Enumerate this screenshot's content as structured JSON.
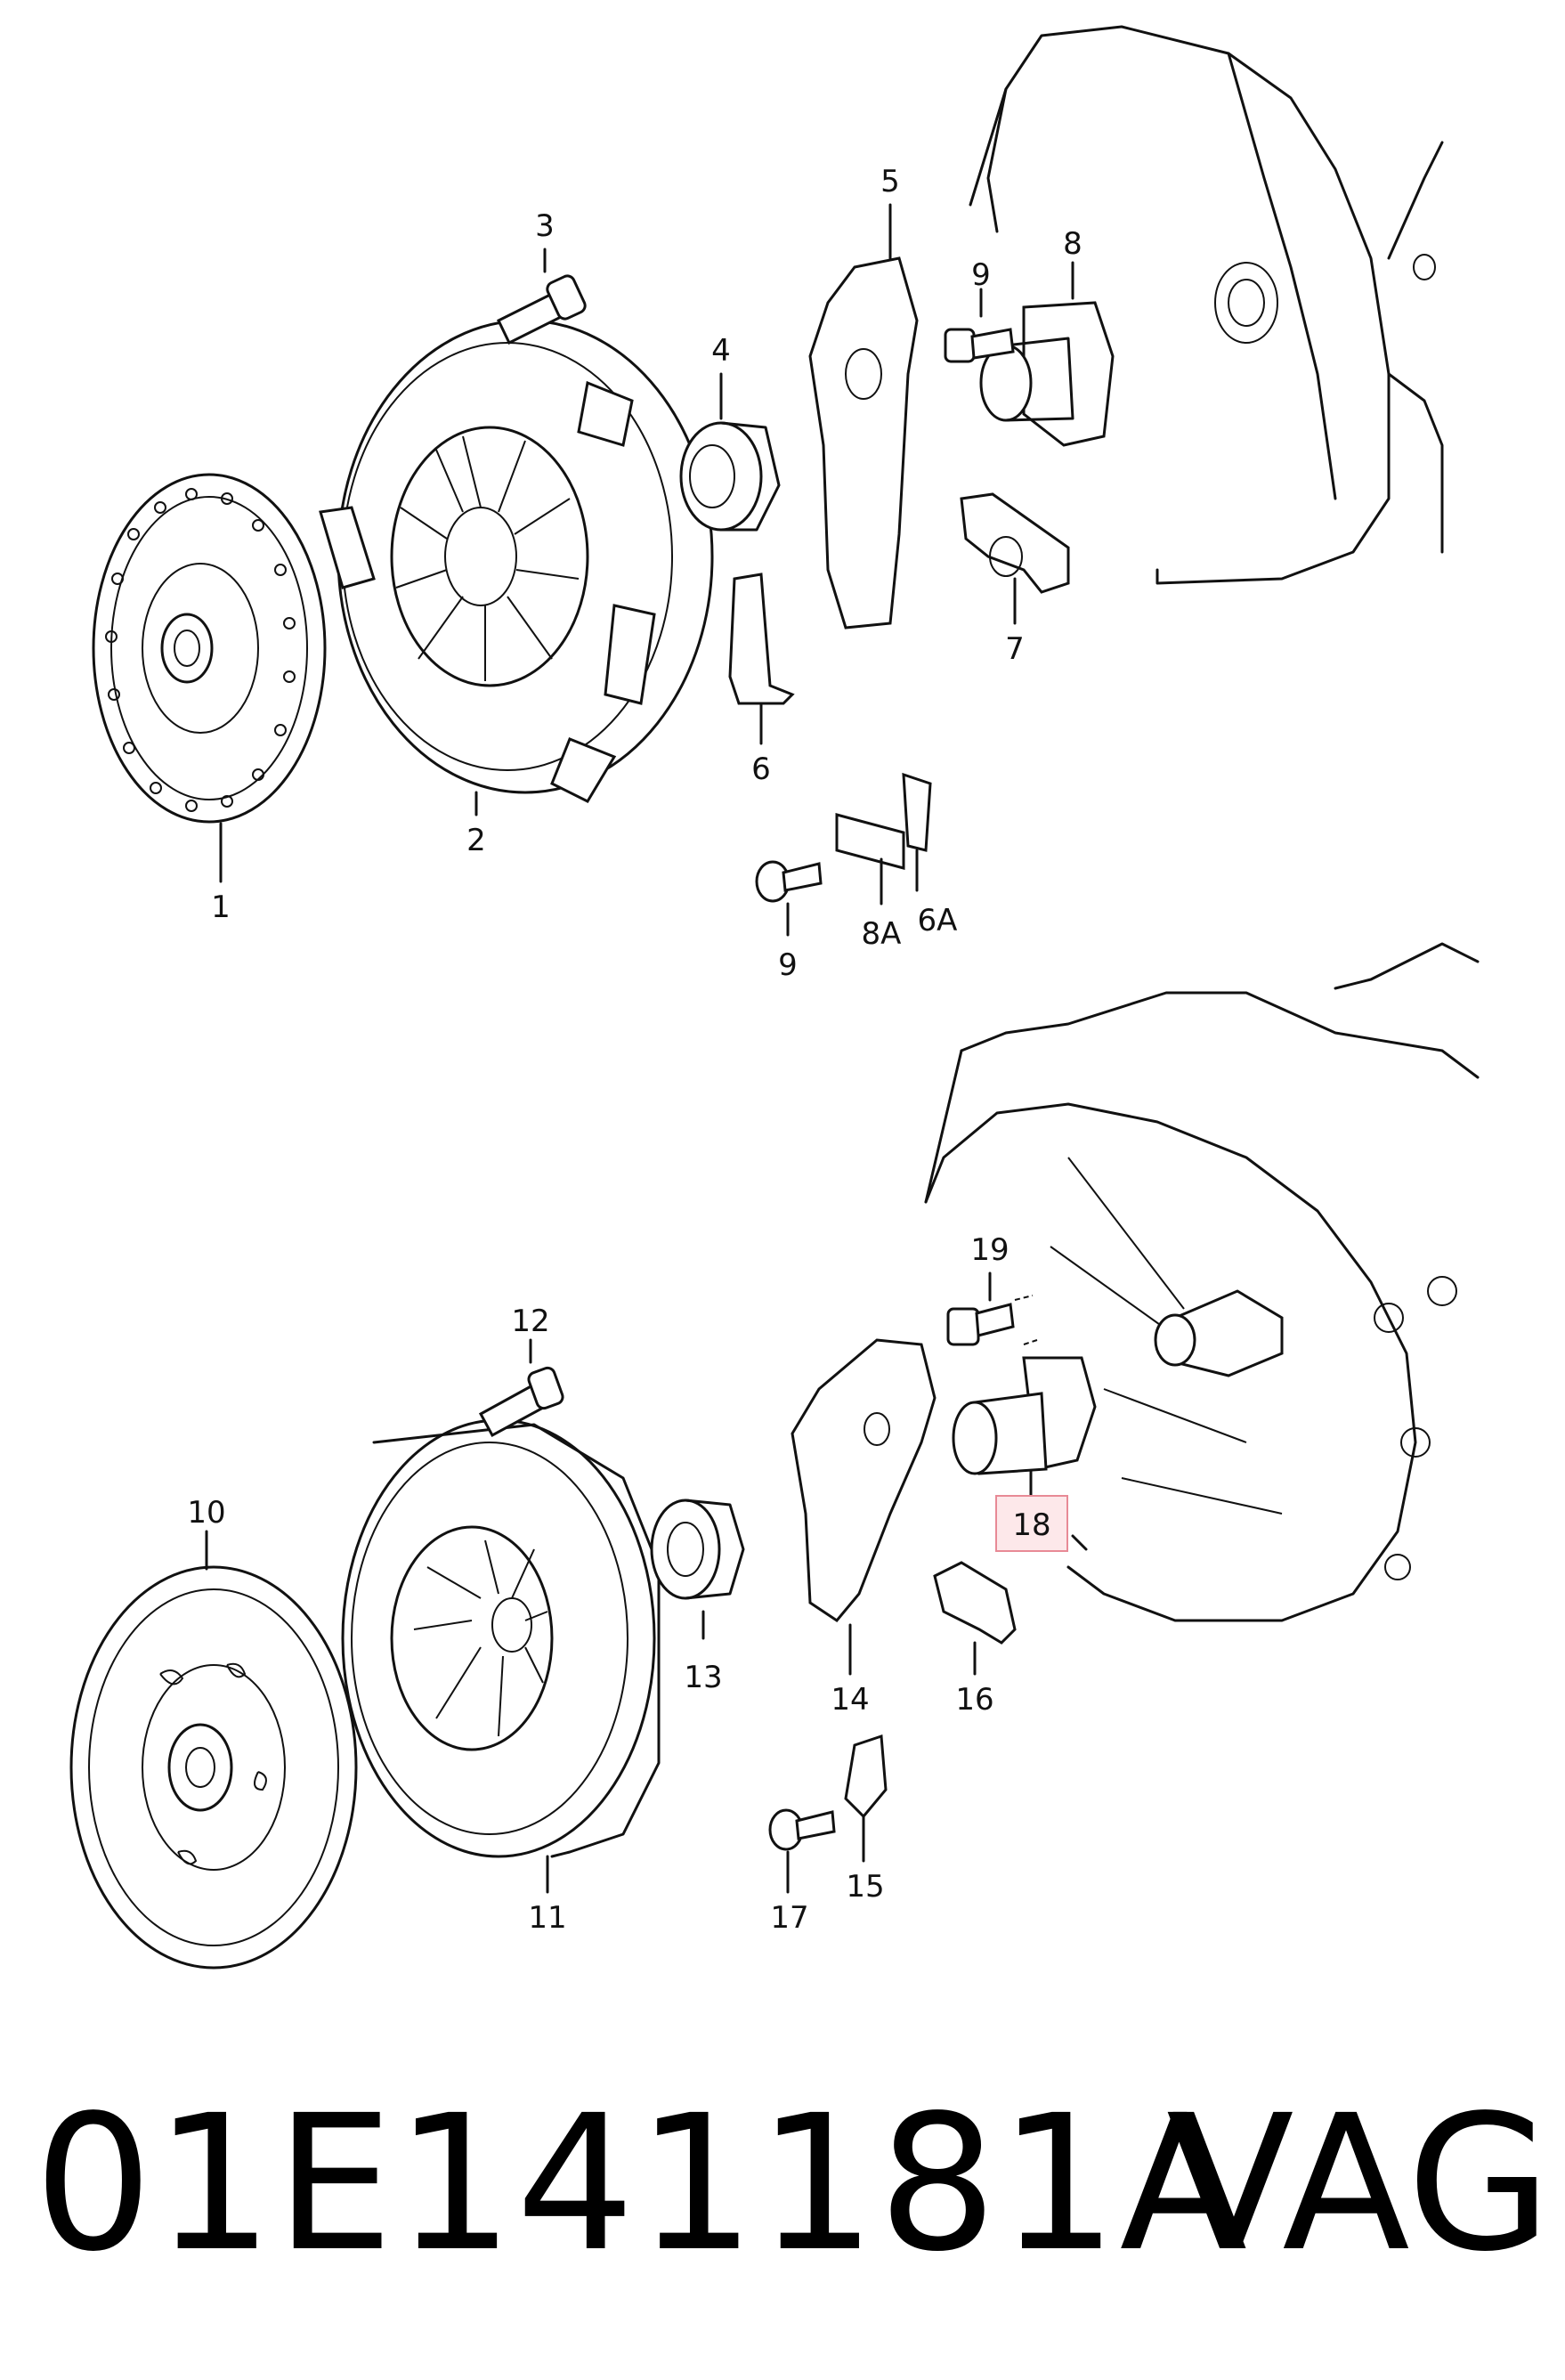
{
  "title": {
    "part_number": "01E141181A",
    "brand": "VAG"
  },
  "highlighted_callout": "18",
  "colors": {
    "highlight_fill": "#fde8ea",
    "highlight_border": "#e88a96",
    "line": "#111111"
  },
  "callouts": {
    "c1": "1",
    "c2": "2",
    "c3": "3",
    "c4": "4",
    "c5": "5",
    "c6": "6",
    "c6a": "6A",
    "c7": "7",
    "c8": "8",
    "c8a": "8A",
    "c9_top": "9",
    "c9_bottom": "9",
    "c10": "10",
    "c11": "11",
    "c12": "12",
    "c13": "13",
    "c14": "14",
    "c15": "15",
    "c16": "16",
    "c17": "17",
    "c18": "18",
    "c19": "19"
  }
}
